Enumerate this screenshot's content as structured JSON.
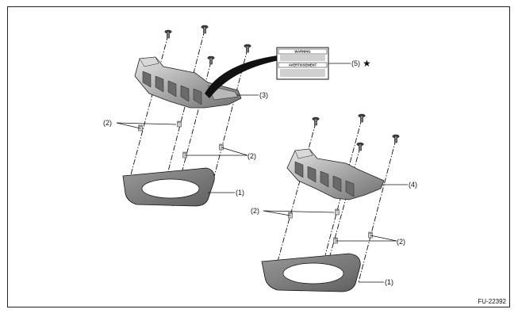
{
  "labels": {
    "gasket": "(1)",
    "clip": "(2)",
    "cover_left": "(3)",
    "cover_right": "(4)",
    "warning_label": "(5)"
  },
  "warning_card": {
    "line1": "WARNING",
    "line2": "AVERTISSEMENT"
  },
  "figure_code": "FU-22392"
}
